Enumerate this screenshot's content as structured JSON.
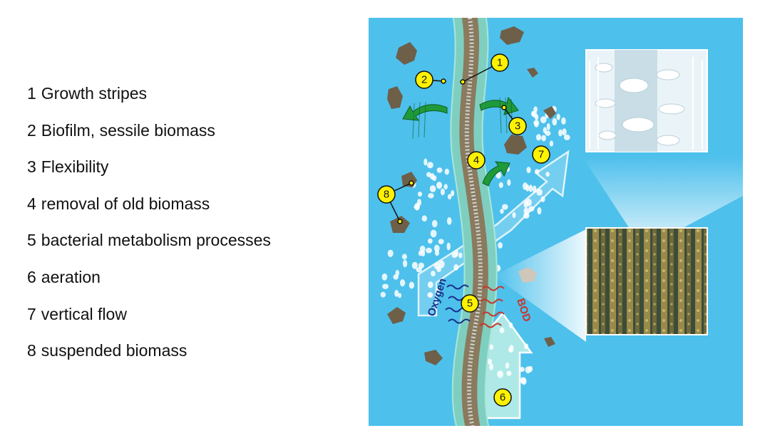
{
  "legend": [
    {
      "number": "1",
      "text": "Growth stripes"
    },
    {
      "number": "2",
      "text": "Biofilm, sessile biomass"
    },
    {
      "number": "3",
      "text": "Flexibility"
    },
    {
      "number": "4",
      "text": "removal of old biomass"
    },
    {
      "number": "5",
      "text": "bacterial metabolism processes"
    },
    {
      "number": "6",
      "text": "aeration"
    },
    {
      "number": "7",
      "text": "vertical flow"
    },
    {
      "number": "8",
      "text": "suspended biomass"
    }
  ],
  "diagram": {
    "callouts": [
      "1",
      "2",
      "3",
      "4",
      "5",
      "6",
      "7",
      "8"
    ],
    "flow_labels": {
      "oxygen": "Oxygen",
      "bod": "BOD"
    }
  },
  "colors": {
    "water": "#4ec0ec",
    "strip": "#8a7a5e",
    "biofilm": "#7fcfc0",
    "biomass": "#6e5f49",
    "callout": "#fff200",
    "arrow_green": "#1f9a3a",
    "oxygen_wave": "#1a2f8a",
    "bod_wave": "#c6362b"
  }
}
